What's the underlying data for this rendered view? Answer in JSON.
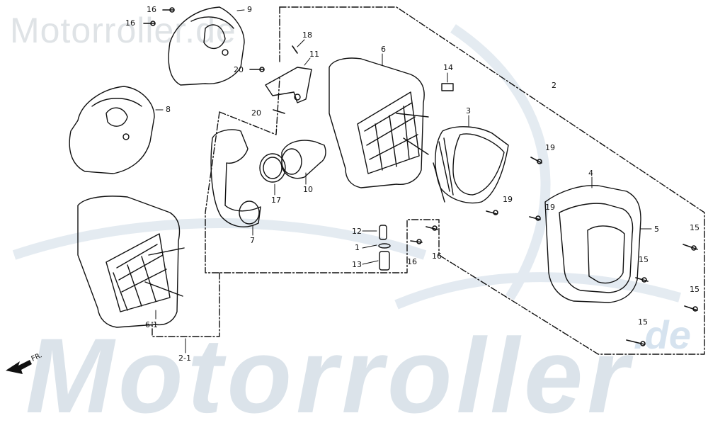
{
  "watermark": {
    "top_text": "Motorroller.de",
    "bottom_text": "Motorroller",
    "suffix": ".de"
  },
  "direction_marker": "FR.",
  "callouts": {
    "c16a": "16",
    "c16b": "16",
    "c9": "9",
    "c18": "18",
    "c11": "11",
    "c20a": "20",
    "c20b": "20",
    "c8": "8",
    "c6": "6",
    "c14": "14",
    "c2": "2",
    "c3": "3",
    "c17": "17",
    "c10": "10",
    "c7": "7",
    "c19a": "19",
    "c19b": "19",
    "c19c": "19",
    "c4": "4",
    "c5": "5",
    "c12": "12",
    "c1": "1",
    "c13": "13",
    "c16c": "16",
    "c16d": "16",
    "c15a": "15",
    "c15b": "15",
    "c15c": "15",
    "c15d": "15",
    "c61": "6-1",
    "c21": "2-1"
  },
  "colors": {
    "line": "#111111",
    "watermark": "#d8e2ea"
  }
}
